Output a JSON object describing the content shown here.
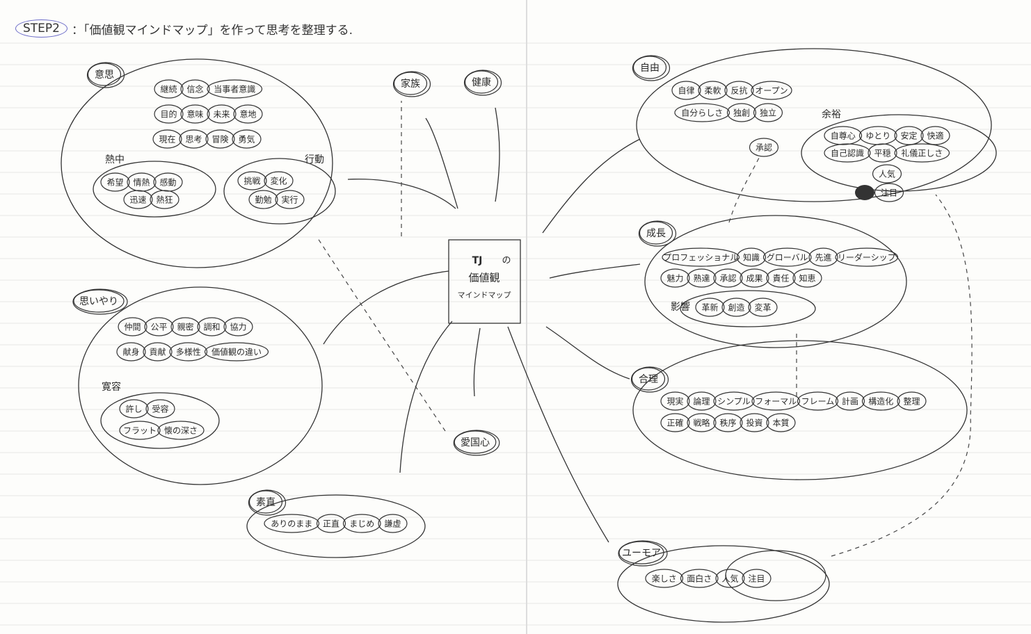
{
  "header": {
    "step": "STEP2",
    "title": "：「価値観マインドマップ」を作って思考を整理する."
  },
  "center": {
    "name": "TJ",
    "no": "の",
    "line1": "価値観",
    "line2": "マインドマップ"
  },
  "singles": {
    "family": "家族",
    "health": "健康",
    "patriotism": "愛国心"
  },
  "groups": {
    "ishi": {
      "label": "意思",
      "items": [
        "継続",
        "信念",
        "当事者意識",
        "目的",
        "意味",
        "未来",
        "意地",
        "現在",
        "思考",
        "冒険",
        "勇気"
      ],
      "subs": [
        {
          "label": "熱中",
          "items": [
            "希望",
            "情熱",
            "感動",
            "迅速",
            "熱狂"
          ]
        },
        {
          "label": "行動",
          "items": [
            "挑戦",
            "変化",
            "勤勉",
            "実行"
          ]
        }
      ]
    },
    "omoiyari": {
      "label": "思いやり",
      "items": [
        "仲間",
        "公平",
        "親密",
        "調和",
        "協力",
        "献身",
        "貢献",
        "多様性",
        "価値観の違い"
      ],
      "subs": [
        {
          "label": "寛容",
          "items": [
            "許し",
            "受容",
            "フラット",
            "懐の深さ"
          ]
        }
      ]
    },
    "sunao": {
      "label": "素直",
      "items": [
        "ありのまま",
        "正直",
        "まじめ",
        "謙虚"
      ],
      "subs": []
    },
    "jiyu": {
      "label": "自由",
      "items": [
        "自律",
        "柔軟",
        "反抗",
        "オープン",
        "自分らしさ",
        "独創",
        "独立",
        "承認"
      ],
      "subs": [
        {
          "label": "余裕",
          "items": [
            "自尊心",
            "ゆとり",
            "安定",
            "快適",
            "自己認識",
            "平穏",
            "礼儀正しさ",
            "人気",
            "注目"
          ]
        }
      ]
    },
    "seicho": {
      "label": "成長",
      "items": [
        "プロフェッショナル",
        "知識",
        "グローバル",
        "先進",
        "リーダーシップ",
        "魅力",
        "熟達",
        "承認",
        "成果",
        "責任",
        "知恵"
      ],
      "subs": [
        {
          "label": "影響",
          "items": [
            "革新",
            "創造",
            "変革"
          ]
        }
      ]
    },
    "gori": {
      "label": "合理",
      "items": [
        "現実",
        "論理",
        "シンプル",
        "フォーマル",
        "フレーム",
        "計画",
        "構造化",
        "整理",
        "正確",
        "戦略",
        "秩序",
        "投資",
        "本質"
      ],
      "subs": []
    },
    "humor": {
      "label": "ユーモア",
      "items": [
        "楽しさ",
        "面白さ",
        "人気",
        "注目"
      ],
      "subs": []
    }
  },
  "colors": {
    "ink": "#2a2a2a",
    "step_circle": "#6a6ac8",
    "paper": "#fdfdfb"
  }
}
